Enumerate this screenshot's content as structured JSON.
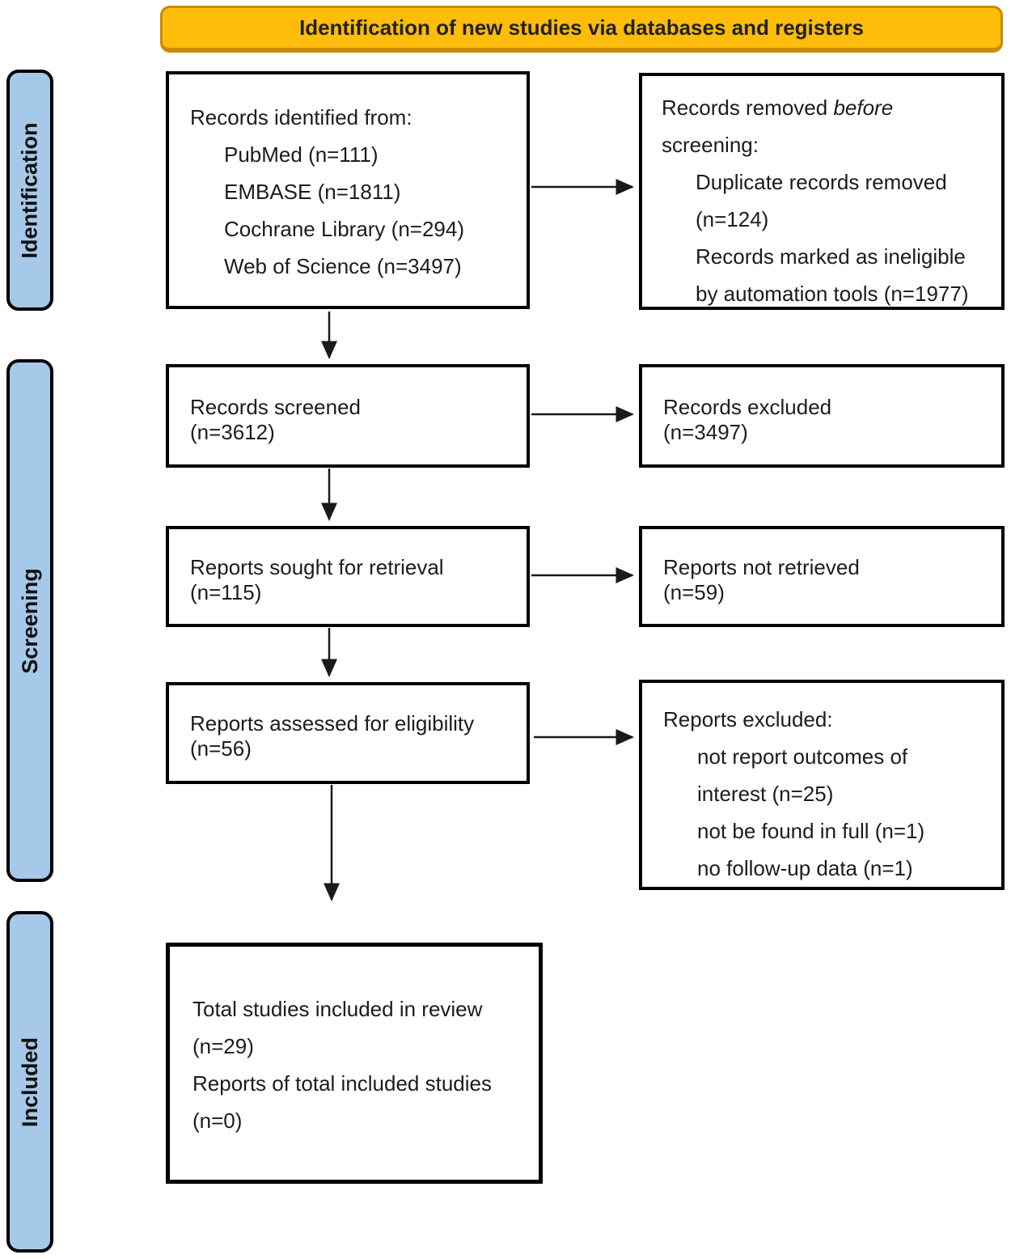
{
  "banner": {
    "label": "Identification of new studies via databases and registers"
  },
  "stages": {
    "identification": "Identification",
    "screening": "Screening",
    "included": "Included"
  },
  "colors": {
    "banner_fill": "#FFBC0A",
    "banner_border": "#C98B00",
    "stage_fill": "#A6C9E9",
    "box_border": "#000000"
  },
  "boxes": {
    "records_identified": {
      "title": "Records identified from:",
      "items": [
        "PubMed (n=111)",
        "EMBASE (n=1811)",
        "Cochrane Library (n=294)",
        "Web of Science (n=3497)"
      ]
    },
    "records_removed": {
      "title_regular": "Records removed",
      "title_italic": "before",
      "title_line2": "screening:",
      "items": [
        "Duplicate records removed",
        "(n=124)",
        "Records marked as ineligible",
        "by automation tools (n=1977)"
      ]
    },
    "records_screened": {
      "line1": "Records screened",
      "line2": "(n=3612)"
    },
    "records_excluded": {
      "line1": "Records excluded",
      "line2": "(n=3497)"
    },
    "reports_sought": {
      "line1": "Reports sought for retrieval",
      "line2": "(n=115)"
    },
    "reports_not_retrieved": {
      "line1": "Reports not retrieved",
      "line2": "(n=59)"
    },
    "reports_assessed": {
      "line1": "Reports assessed for eligibility",
      "line2": "(n=56)"
    },
    "reports_excluded": {
      "title": "Reports excluded:",
      "items": [
        "not report outcomes of",
        "interest (n=25)",
        "not be found in full (n=1)",
        "no follow-up data (n=1)"
      ]
    },
    "included_studies": {
      "line1": "Total studies included in review",
      "line2": "(n=29)",
      "line3": "Reports of total included studies",
      "line4": "(n=0)"
    }
  }
}
